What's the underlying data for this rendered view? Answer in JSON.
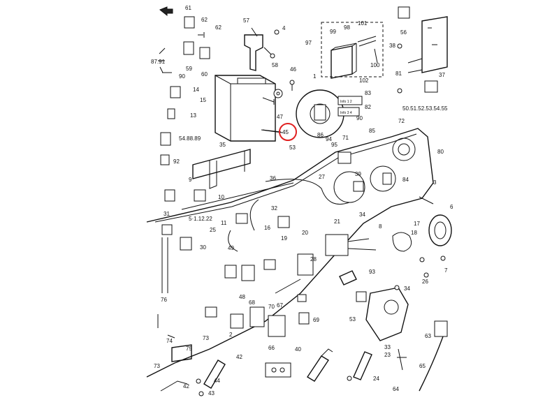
{
  "diagram": {
    "highlight": {
      "label": "45",
      "color": "#e02020"
    },
    "callouts": [
      {
        "id": "c61",
        "text": "61"
      },
      {
        "id": "c62",
        "text": "62"
      },
      {
        "id": "c62b",
        "text": "62"
      },
      {
        "id": "c57",
        "text": "57"
      },
      {
        "id": "c4",
        "text": "4"
      },
      {
        "id": "c56",
        "text": "56"
      },
      {
        "id": "c38",
        "text": "38"
      },
      {
        "id": "c59",
        "text": "59"
      },
      {
        "id": "c60",
        "text": "60"
      },
      {
        "id": "c58",
        "text": "58"
      },
      {
        "id": "c8791",
        "text": "87.91"
      },
      {
        "id": "c90a",
        "text": "90"
      },
      {
        "id": "c97",
        "text": "97"
      },
      {
        "id": "c99",
        "text": "99"
      },
      {
        "id": "c98",
        "text": "98"
      },
      {
        "id": "c101",
        "text": "101"
      },
      {
        "id": "c100",
        "text": "100"
      },
      {
        "id": "c102",
        "text": "102"
      },
      {
        "id": "c46",
        "text": "46"
      },
      {
        "id": "c1",
        "text": "1"
      },
      {
        "id": "c37",
        "text": "37"
      },
      {
        "id": "c81",
        "text": "81"
      },
      {
        "id": "c14",
        "text": "14"
      },
      {
        "id": "c15",
        "text": "15"
      },
      {
        "id": "c13",
        "text": "13"
      },
      {
        "id": "c47",
        "text": "47"
      },
      {
        "id": "c83",
        "text": "83"
      },
      {
        "id": "c82",
        "text": "82"
      },
      {
        "id": "c90b",
        "text": "90"
      },
      {
        "id": "c5055",
        "text": "50.51.52.53.54.55"
      },
      {
        "id": "c548889",
        "text": "54.88.89"
      },
      {
        "id": "c86",
        "text": "86"
      },
      {
        "id": "c94",
        "text": "94"
      },
      {
        "id": "c95",
        "text": "95"
      },
      {
        "id": "c72",
        "text": "72"
      },
      {
        "id": "c71",
        "text": "71"
      },
      {
        "id": "c85",
        "text": "85"
      },
      {
        "id": "c80",
        "text": "80"
      },
      {
        "id": "c35",
        "text": "35"
      },
      {
        "id": "c53a",
        "text": "53"
      },
      {
        "id": "c92",
        "text": "92"
      },
      {
        "id": "c27",
        "text": "27"
      },
      {
        "id": "c39",
        "text": "39"
      },
      {
        "id": "c84",
        "text": "84"
      },
      {
        "id": "c36",
        "text": "36"
      },
      {
        "id": "c3",
        "text": "3"
      },
      {
        "id": "c9",
        "text": "9"
      },
      {
        "id": "c10",
        "text": "10"
      },
      {
        "id": "c32",
        "text": "32"
      },
      {
        "id": "c31",
        "text": "31"
      },
      {
        "id": "c51222",
        "text": "5·1.12.22"
      },
      {
        "id": "c25",
        "text": "25"
      },
      {
        "id": "c11",
        "text": "11"
      },
      {
        "id": "c16",
        "text": "16"
      },
      {
        "id": "c34a",
        "text": "34"
      },
      {
        "id": "c21",
        "text": "21"
      },
      {
        "id": "c8",
        "text": "8"
      },
      {
        "id": "c6",
        "text": "6"
      },
      {
        "id": "c17",
        "text": "17"
      },
      {
        "id": "c18",
        "text": "18"
      },
      {
        "id": "c30",
        "text": "30"
      },
      {
        "id": "c20",
        "text": "20"
      },
      {
        "id": "c19",
        "text": "19"
      },
      {
        "id": "c49",
        "text": "49"
      },
      {
        "id": "c7",
        "text": "7"
      },
      {
        "id": "c28",
        "text": "28"
      },
      {
        "id": "c48",
        "text": "48"
      },
      {
        "id": "c93",
        "text": "93"
      },
      {
        "id": "c26",
        "text": "26"
      },
      {
        "id": "c34b",
        "text": "34"
      },
      {
        "id": "c76",
        "text": "76"
      },
      {
        "id": "c68",
        "text": "68"
      },
      {
        "id": "c70",
        "text": "70"
      },
      {
        "id": "c67",
        "text": "67"
      },
      {
        "id": "c2",
        "text": "2"
      },
      {
        "id": "c69",
        "text": "69"
      },
      {
        "id": "c53b",
        "text": "53"
      },
      {
        "id": "c33",
        "text": "33"
      },
      {
        "id": "c73a",
        "text": "73"
      },
      {
        "id": "c74",
        "text": "74"
      },
      {
        "id": "c75",
        "text": "75"
      },
      {
        "id": "c73b",
        "text": "73"
      },
      {
        "id": "c66",
        "text": "66"
      },
      {
        "id": "c40",
        "text": "40"
      },
      {
        "id": "c23",
        "text": "23"
      },
      {
        "id": "c63",
        "text": "63"
      },
      {
        "id": "c65",
        "text": "65"
      },
      {
        "id": "c42",
        "text": "42"
      },
      {
        "id": "c44",
        "text": "44"
      },
      {
        "id": "c24",
        "text": "24"
      },
      {
        "id": "c64",
        "text": "64"
      },
      {
        "id": "c43",
        "text": "43"
      },
      {
        "id": "c42b",
        "text": "42"
      }
    ]
  }
}
